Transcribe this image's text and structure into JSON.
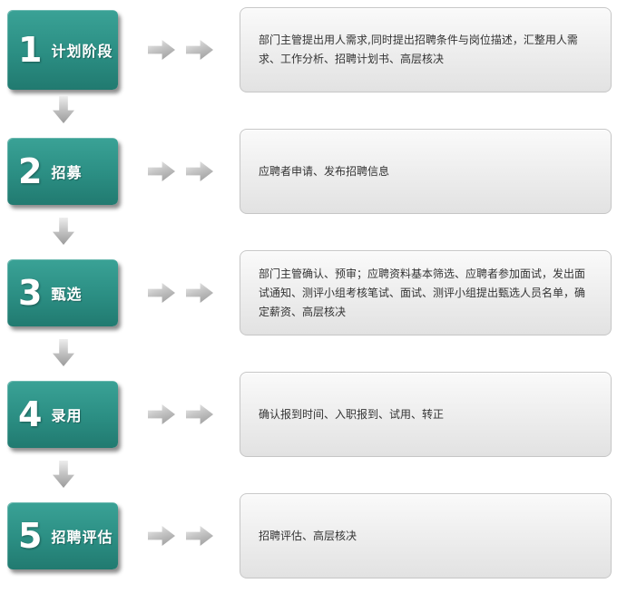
{
  "diagram": {
    "type": "process-flow",
    "title": "",
    "stage_count": 5
  },
  "stages": [
    {
      "number": "1",
      "label": "计划阶段",
      "description": "部门主管提出用人需求,同时提出招聘条件与岗位描述，汇整用人需求、工作分析、招聘计划书、高层核决"
    },
    {
      "number": "2",
      "label": "招募",
      "description": "应聘者申请、发布招聘信息"
    },
    {
      "number": "3",
      "label": "甄选",
      "description": "部门主管确认、预审；应聘资料基本筛选、应聘者参加面试，发出面试通知、测评小组考核笔试、面试、测评小组提出甄选人员名单，确定薪资、高层核决"
    },
    {
      "number": "4",
      "label": "录用",
      "description": "确认报到时间、入职报到、试用、转正"
    },
    {
      "number": "5",
      "label": "招聘评估",
      "description": "招聘评估、高层核决"
    }
  ],
  "icons": {
    "down_arrow": "3d-down-arrow",
    "right_arrow": "3d-right-arrow"
  },
  "colors": {
    "stage_box": "#2b8e83",
    "stage_text": "#ffffff",
    "arrow_gray": "#b0b0b0",
    "panel_bg": "#efefef",
    "panel_border": "#c6c6c6",
    "panel_text": "#333333"
  }
}
